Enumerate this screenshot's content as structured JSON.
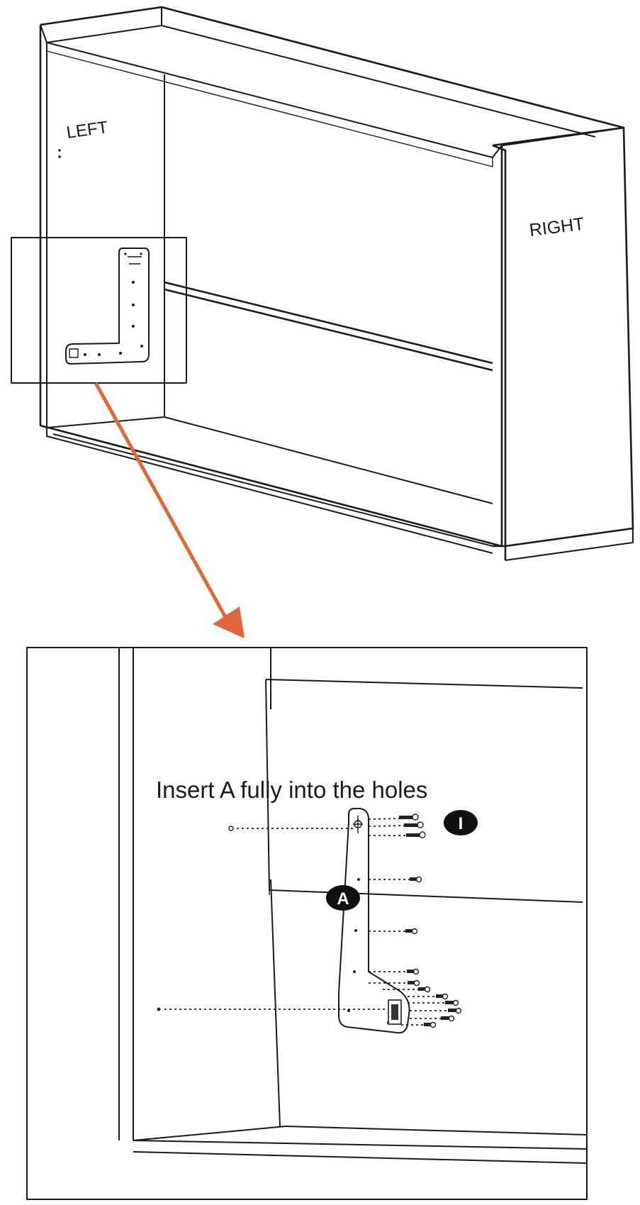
{
  "labels": {
    "left": "LEFT",
    "right": "RIGHT",
    "instruction": "Insert A fully into the holes",
    "part_a": "A",
    "part_i": "I"
  },
  "colors": {
    "arrow": "#e0673a",
    "line": "#1a1a1a",
    "background": "#ffffff",
    "badge": "#111111"
  }
}
